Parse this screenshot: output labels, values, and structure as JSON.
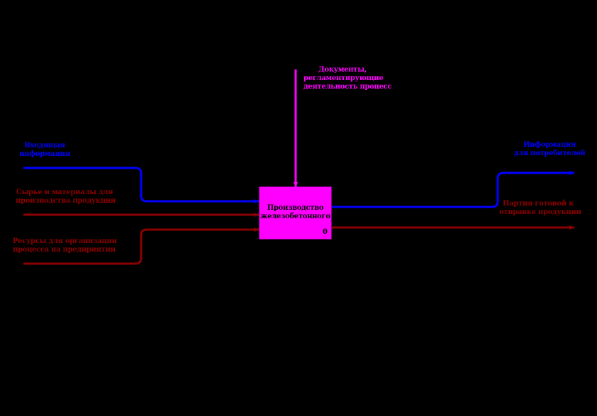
{
  "colors": {
    "background": "#000000",
    "function_box": "#ff00ff",
    "information_arrows": "#0000ff",
    "control_arrow": "#ff00ff",
    "material_arrows": "#8b0000"
  },
  "function_box": {
    "title_line1": "Производство",
    "title_line2": "железобетонного",
    "node_number": "0"
  },
  "control": {
    "label_line1": "Документы,",
    "label_line2": "регламентирующие",
    "label_line3": "деятельность процесс"
  },
  "inputs": {
    "info": {
      "label_line1": "Входящая",
      "label_line2": "информация"
    },
    "raw_materials": {
      "label_line1": "Сырье и материалы для",
      "label_line2": "производства продукции"
    },
    "resources": {
      "label_line1": "Ресурсы для организации",
      "label_line2": "процесса на предприятии"
    }
  },
  "outputs": {
    "info": {
      "label_line1": "Информация",
      "label_line2": "для потребителей"
    },
    "product": {
      "label_line1": "Партия готовой к",
      "label_line2": "отправке продукции"
    }
  }
}
